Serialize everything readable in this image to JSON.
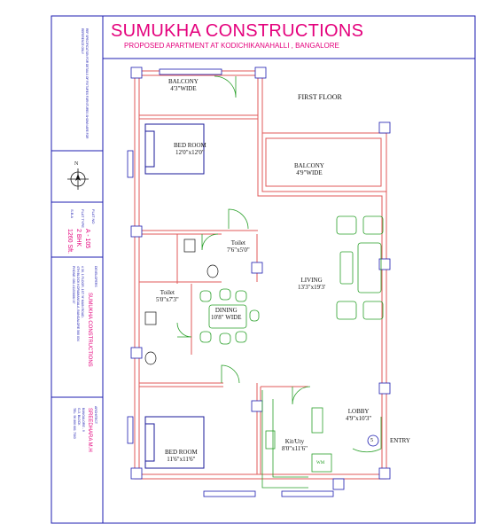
{
  "header": {
    "title": "SUMUKHA CONSTRUCTIONS",
    "subtitle": "PROPOSED APARTMENT AT KODICHIKANAHALLI , BANGALORE"
  },
  "sidebar": {
    "notes": "REF SPECIFICATION FOR DETAILS OF FIXTURES FURNITURES SHOWN ARE FOR REFERENCE ONLY",
    "flat_no_label": "FLAT NO",
    "flat_no_value": "A - 105",
    "flat_type_label": "FLAT TYPE",
    "flat_type_value": "2 BHK",
    "sba_label": "S.B.A",
    "sba_value": "1260 Sft.",
    "developer_heading": "DEVELOPERS",
    "developer_name": "SUMUKHA CONSTRUCTIONS",
    "developer_addr1": "# 30, 1 FLOOR, 1ST 'H' MAIN ROAD,",
    "developer_addr2": "4TH BLOCK KORAMANGALA, BANGALORE 560 034",
    "developer_phone": "PHONE: 080-41153886/ 87",
    "architect_heading": "ARCHITECT",
    "architect_name": "SREEDHARA M.H",
    "architect_addr1": "BANGALORE - 9",
    "architect_addr2": "G-3, BLOCK",
    "architect_phone": "TEL: 96 866 681 7583"
  },
  "floor_label": "FIRST FLOOR",
  "compass": "N",
  "rooms": {
    "balcony1_name": "BALCONY",
    "balcony1_size": "4'3\"WIDE",
    "bedroom1_name": "BED ROOM",
    "bedroom1_size": "12'0\"x12'0\"",
    "balcony2_name": "BALCONY",
    "balcony2_size": "4'9\"WIDE",
    "toilet1_name": "Toilet",
    "toilet1_size": "7'6\"x5'0\"",
    "living_name": "LIVING",
    "living_size": "13'3\"x19'3'",
    "toilet2_name": "Toilet",
    "toilet2_size": "5'0\"x7'3\"",
    "dining_name": "DINING",
    "dining_size": "10'8\" WIDE",
    "lobby_name": "LOBBY",
    "lobby_size": "4'9\"x10'3\"",
    "entry_label": "ENTRY",
    "entry_marker": "5",
    "bedroom2_name": "BED ROOM",
    "bedroom2_size": "11'6\"x11'6\"",
    "kitchen_name": "Kit/Uty",
    "kitchen_size": "8'0\"x11'6\"",
    "wm_label": "WM"
  },
  "colors": {
    "frame": "#1c1cb0",
    "title": "#e4007c",
    "wall": "#e05a5a",
    "furniture": "#2aa02a",
    "bed": "#1a1a9a"
  }
}
